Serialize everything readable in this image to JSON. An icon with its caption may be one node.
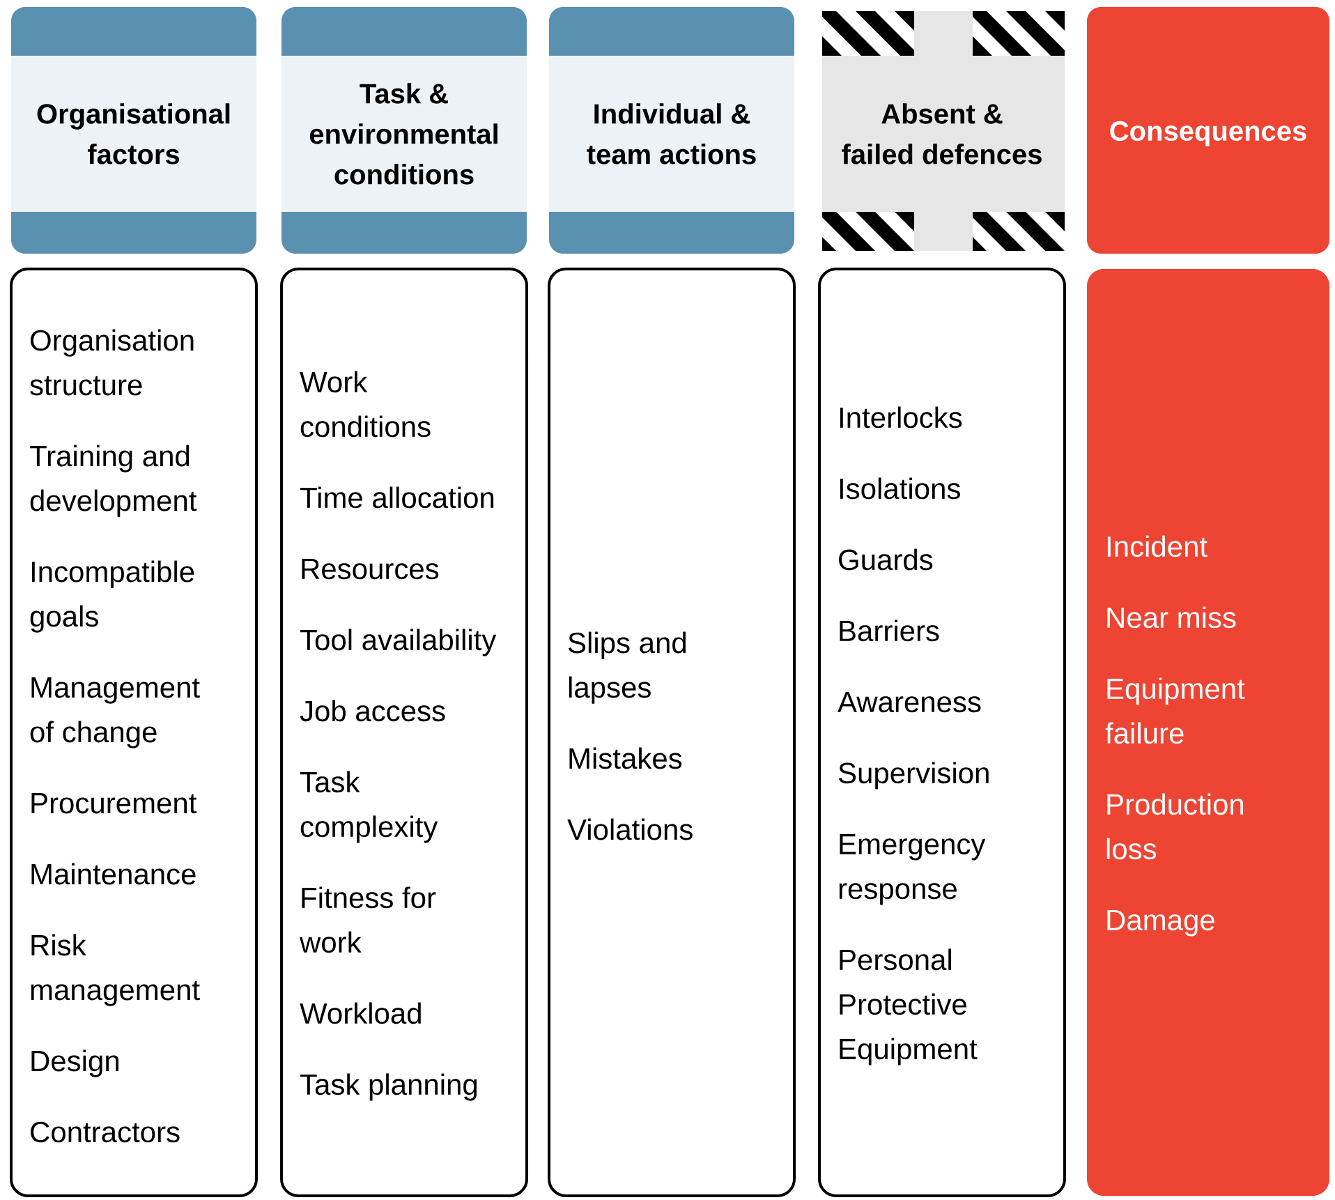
{
  "diagram": {
    "nodes": [
      {
        "text": [
          "Organisational factors"
        ]
      },
      {
        "text": [
          "Task & environmental conditions"
        ]
      },
      {
        "text": [
          "Individual & team actions"
        ]
      },
      {
        "text": [
          "Absent & failed defences"
        ]
      },
      {
        "text": [
          "Consequences"
        ]
      },
      {
        "text": [
          "Organisation structure",
          "Training and development",
          "Incompatible goals",
          "Management of change",
          "Procurement",
          "Maintenance",
          "Risk management",
          "Design",
          "Contractors"
        ]
      },
      {
        "text": [
          "Work conditions",
          "Time allocation",
          "Resources",
          "Tool availability",
          "Job access",
          "Task complexity",
          "Fitness for work",
          "Workload",
          "Task planning"
        ]
      },
      {
        "text": [
          "Slips and lapses",
          "Mistakes",
          "Violations"
        ]
      },
      {
        "text": [
          "Interlocks",
          "Isolations",
          "Guards",
          "Barriers",
          "Awareness",
          "Supervision",
          "Emergency response",
          "Personal Protective Equipment"
        ]
      },
      {
        "text": [
          "Incident",
          "Near miss",
          "Equipment failure",
          "Production loss",
          "Damage"
        ]
      }
    ]
  }
}
